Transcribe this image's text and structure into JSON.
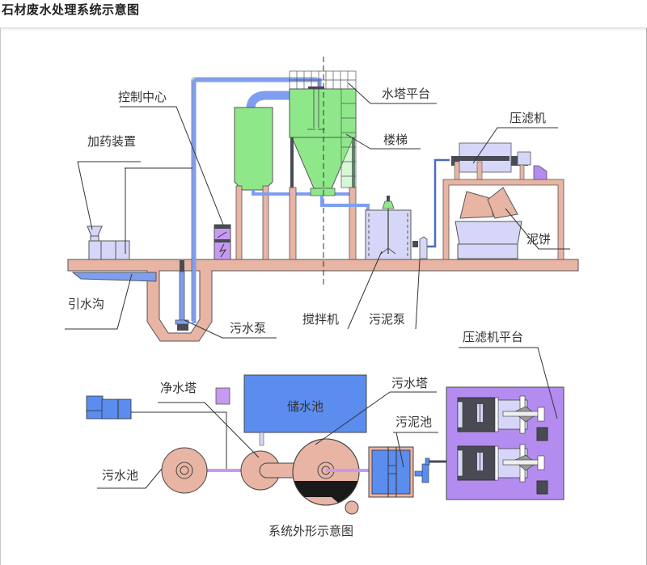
{
  "title": "石材废水处理系统示意图",
  "upper_diagram": {
    "labels": {
      "control_center": "控制中心",
      "dosing_device": "加药装置",
      "water_tower_platform": "水塔平台",
      "stairs": "楼梯",
      "filter_press": "压滤机",
      "mud_cake": "泥饼",
      "drainage_ditch": "引水沟",
      "sewage_pump": "污水泵",
      "mixer": "搅拌机",
      "sludge_pump": "污泥泵"
    }
  },
  "lower_diagram": {
    "caption": "系统外形示意图",
    "labels": {
      "filter_press_platform": "压滤机平台",
      "clean_water_tower": "净水塔",
      "storage_pool": "储水池",
      "sewage_tower": "污水塔",
      "sludge_pool": "污泥池",
      "sewage_pool": "污水池"
    }
  },
  "colors": {
    "pipe_blue": "#7f9ef0",
    "tank_green": "#8ee88a",
    "concrete_pink": "#e8b4a4",
    "lavender": "#d6d6f8",
    "purple": "#b48cf0",
    "storage_blue": "#5b8def",
    "dark": "#4a4a55"
  }
}
